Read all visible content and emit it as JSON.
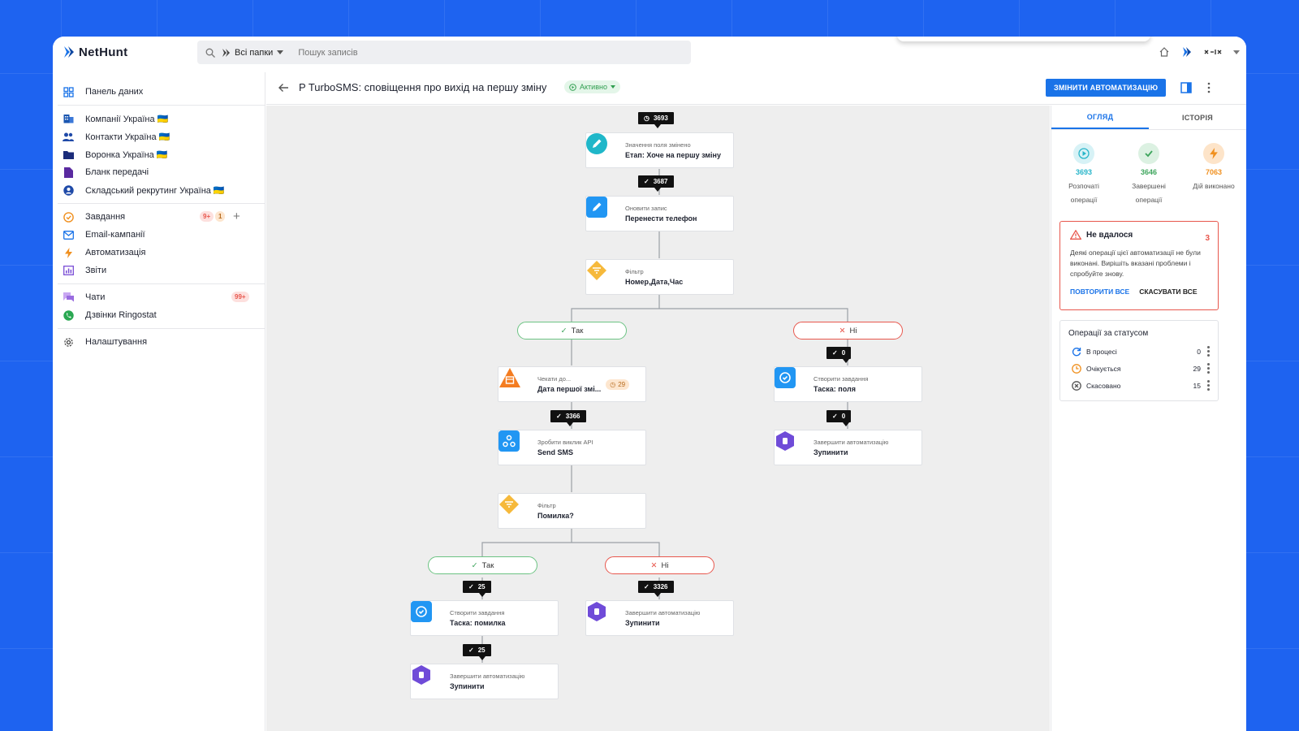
{
  "app": {
    "logo_text": "NetHunt"
  },
  "search": {
    "folder_label": "Всі папки",
    "placeholder": "Пошук записів"
  },
  "sidebar": {
    "items": [
      {
        "label": "Панель даних"
      },
      {
        "label": "Компанії Україна 🇺🇦"
      },
      {
        "label": "Контакти Україна 🇺🇦"
      },
      {
        "label": "Воронка Україна 🇺🇦"
      },
      {
        "label": "Бланк передачі"
      },
      {
        "label": "Складський рекрутинг Україна 🇺🇦"
      },
      {
        "label": "Завдання",
        "badge1": "9+",
        "badge2": "1"
      },
      {
        "label": "Email-кампанії"
      },
      {
        "label": "Автоматизація"
      },
      {
        "label": "Звіти"
      },
      {
        "label": "Чати",
        "badge": "99+"
      },
      {
        "label": "Дзвінки Ringostat"
      },
      {
        "label": "Налаштування"
      }
    ]
  },
  "header": {
    "title": "P TurboSMS: сповіщення про вихід на першу зміну",
    "status": "Активно",
    "edit_button": "ЗМІНИТИ АВТОМАТИЗАЦІЮ"
  },
  "flow": {
    "counters": [
      "3693",
      "3687",
      "0",
      "3366",
      "0",
      "25",
      "3326",
      "25"
    ],
    "branches": {
      "yes": "Так",
      "no": "Ні"
    },
    "nodes": [
      {
        "type": "Значення поля змінено",
        "value": "Етап: Хоче на першу зміну"
      },
      {
        "type": "Оновити запис",
        "value": "Перенести телефон"
      },
      {
        "type": "Фільтр",
        "value": "Номер,Дата,Час"
      },
      {
        "type": "Чекати до...",
        "value": "Дата першої змі...",
        "badge": "29"
      },
      {
        "type": "Створити завдання",
        "value": "Таска: поля"
      },
      {
        "type": "Зробити виклик API",
        "value": "Send SMS"
      },
      {
        "type": "Завершити автоматизацію",
        "value": "Зупинити"
      },
      {
        "type": "Фільтр",
        "value": "Помилка?"
      },
      {
        "type": "Створити завдання",
        "value": "Таска: помилка"
      },
      {
        "type": "Завершити автоматизацію",
        "value": "Зупинити"
      },
      {
        "type": "Завершити автоматизацію",
        "value": "Зупинити"
      }
    ]
  },
  "panel": {
    "tabs": [
      "ОГЛЯД",
      "ІСТОРІЯ"
    ],
    "stats": [
      {
        "value": "3693",
        "label1": "Розпочаті",
        "label2": "операції",
        "color": "#27b5c9"
      },
      {
        "value": "3646",
        "label1": "Завершені",
        "label2": "операції",
        "color": "#3da55c"
      },
      {
        "value": "7063",
        "label1": "Дій виконано",
        "label2": "",
        "color": "#f0901f"
      }
    ],
    "failure": {
      "title": "Не вдалося",
      "count": "3",
      "text": "Деякі операції цієї автоматизації не були виконані. Вирішіть вказані проблеми і спробуйте знову.",
      "retry": "ПОВТОРИТИ ВСЕ",
      "cancel": "СКАСУВАТИ ВСЕ"
    },
    "ops": {
      "title": "Операції за статусом",
      "rows": [
        {
          "label": "В процесі",
          "count": "0"
        },
        {
          "label": "Очікується",
          "count": "29"
        },
        {
          "label": "Скасовано",
          "count": "15"
        }
      ]
    }
  },
  "colors": {
    "accent": "#1a73e8",
    "yes": "#6cc383",
    "no": "#e8574d",
    "background": "#1e63f0"
  }
}
